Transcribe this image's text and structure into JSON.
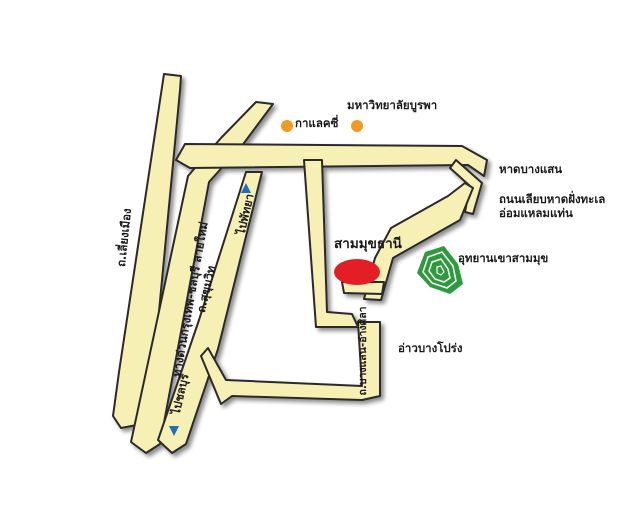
{
  "places": {
    "caltex": "กาแลคซี่",
    "university": "มหาวิทยาลัยบูรพา",
    "bang_saen_beach": "หาดบางแสน",
    "coastal_road_1": "ถนนเลียบหาดฝั่งทะเล",
    "coastal_road_2": "อ่อมแหลมแท่น",
    "samut_sathani": "สามมุขธานี",
    "khao_sammuk_park": "อุทยานเขาสามมุข",
    "ao_bang_prong": "อ่าวบางโปร่ง"
  },
  "roads": {
    "liang_mueang": "ถ.เลี่ยงเมือง",
    "motorway": "ทางด่วนกรุงเทพ-ชลบุรี สายใหม่",
    "sukhumvit": "ถ.สุขุมวิท",
    "to_pattaya": "ไปพัทยา",
    "to_chonburi": "ไปชลบุรี",
    "bang_saen_ang_sila": "ถ.บางแสน-อ่างศิลา"
  },
  "colors": {
    "road_fill": "#f7f0b5",
    "road_outline": "#2a2a2a",
    "landmark_dot": "#f29a1f",
    "destination": "#e31e24",
    "park": "#2e9a3e",
    "direction_arrow": "#1f6fc0"
  },
  "icons": [
    "landmark-dot-icon",
    "destination-marker-icon",
    "park-mountain-icon",
    "arrow-up-icon",
    "arrow-down-icon"
  ]
}
